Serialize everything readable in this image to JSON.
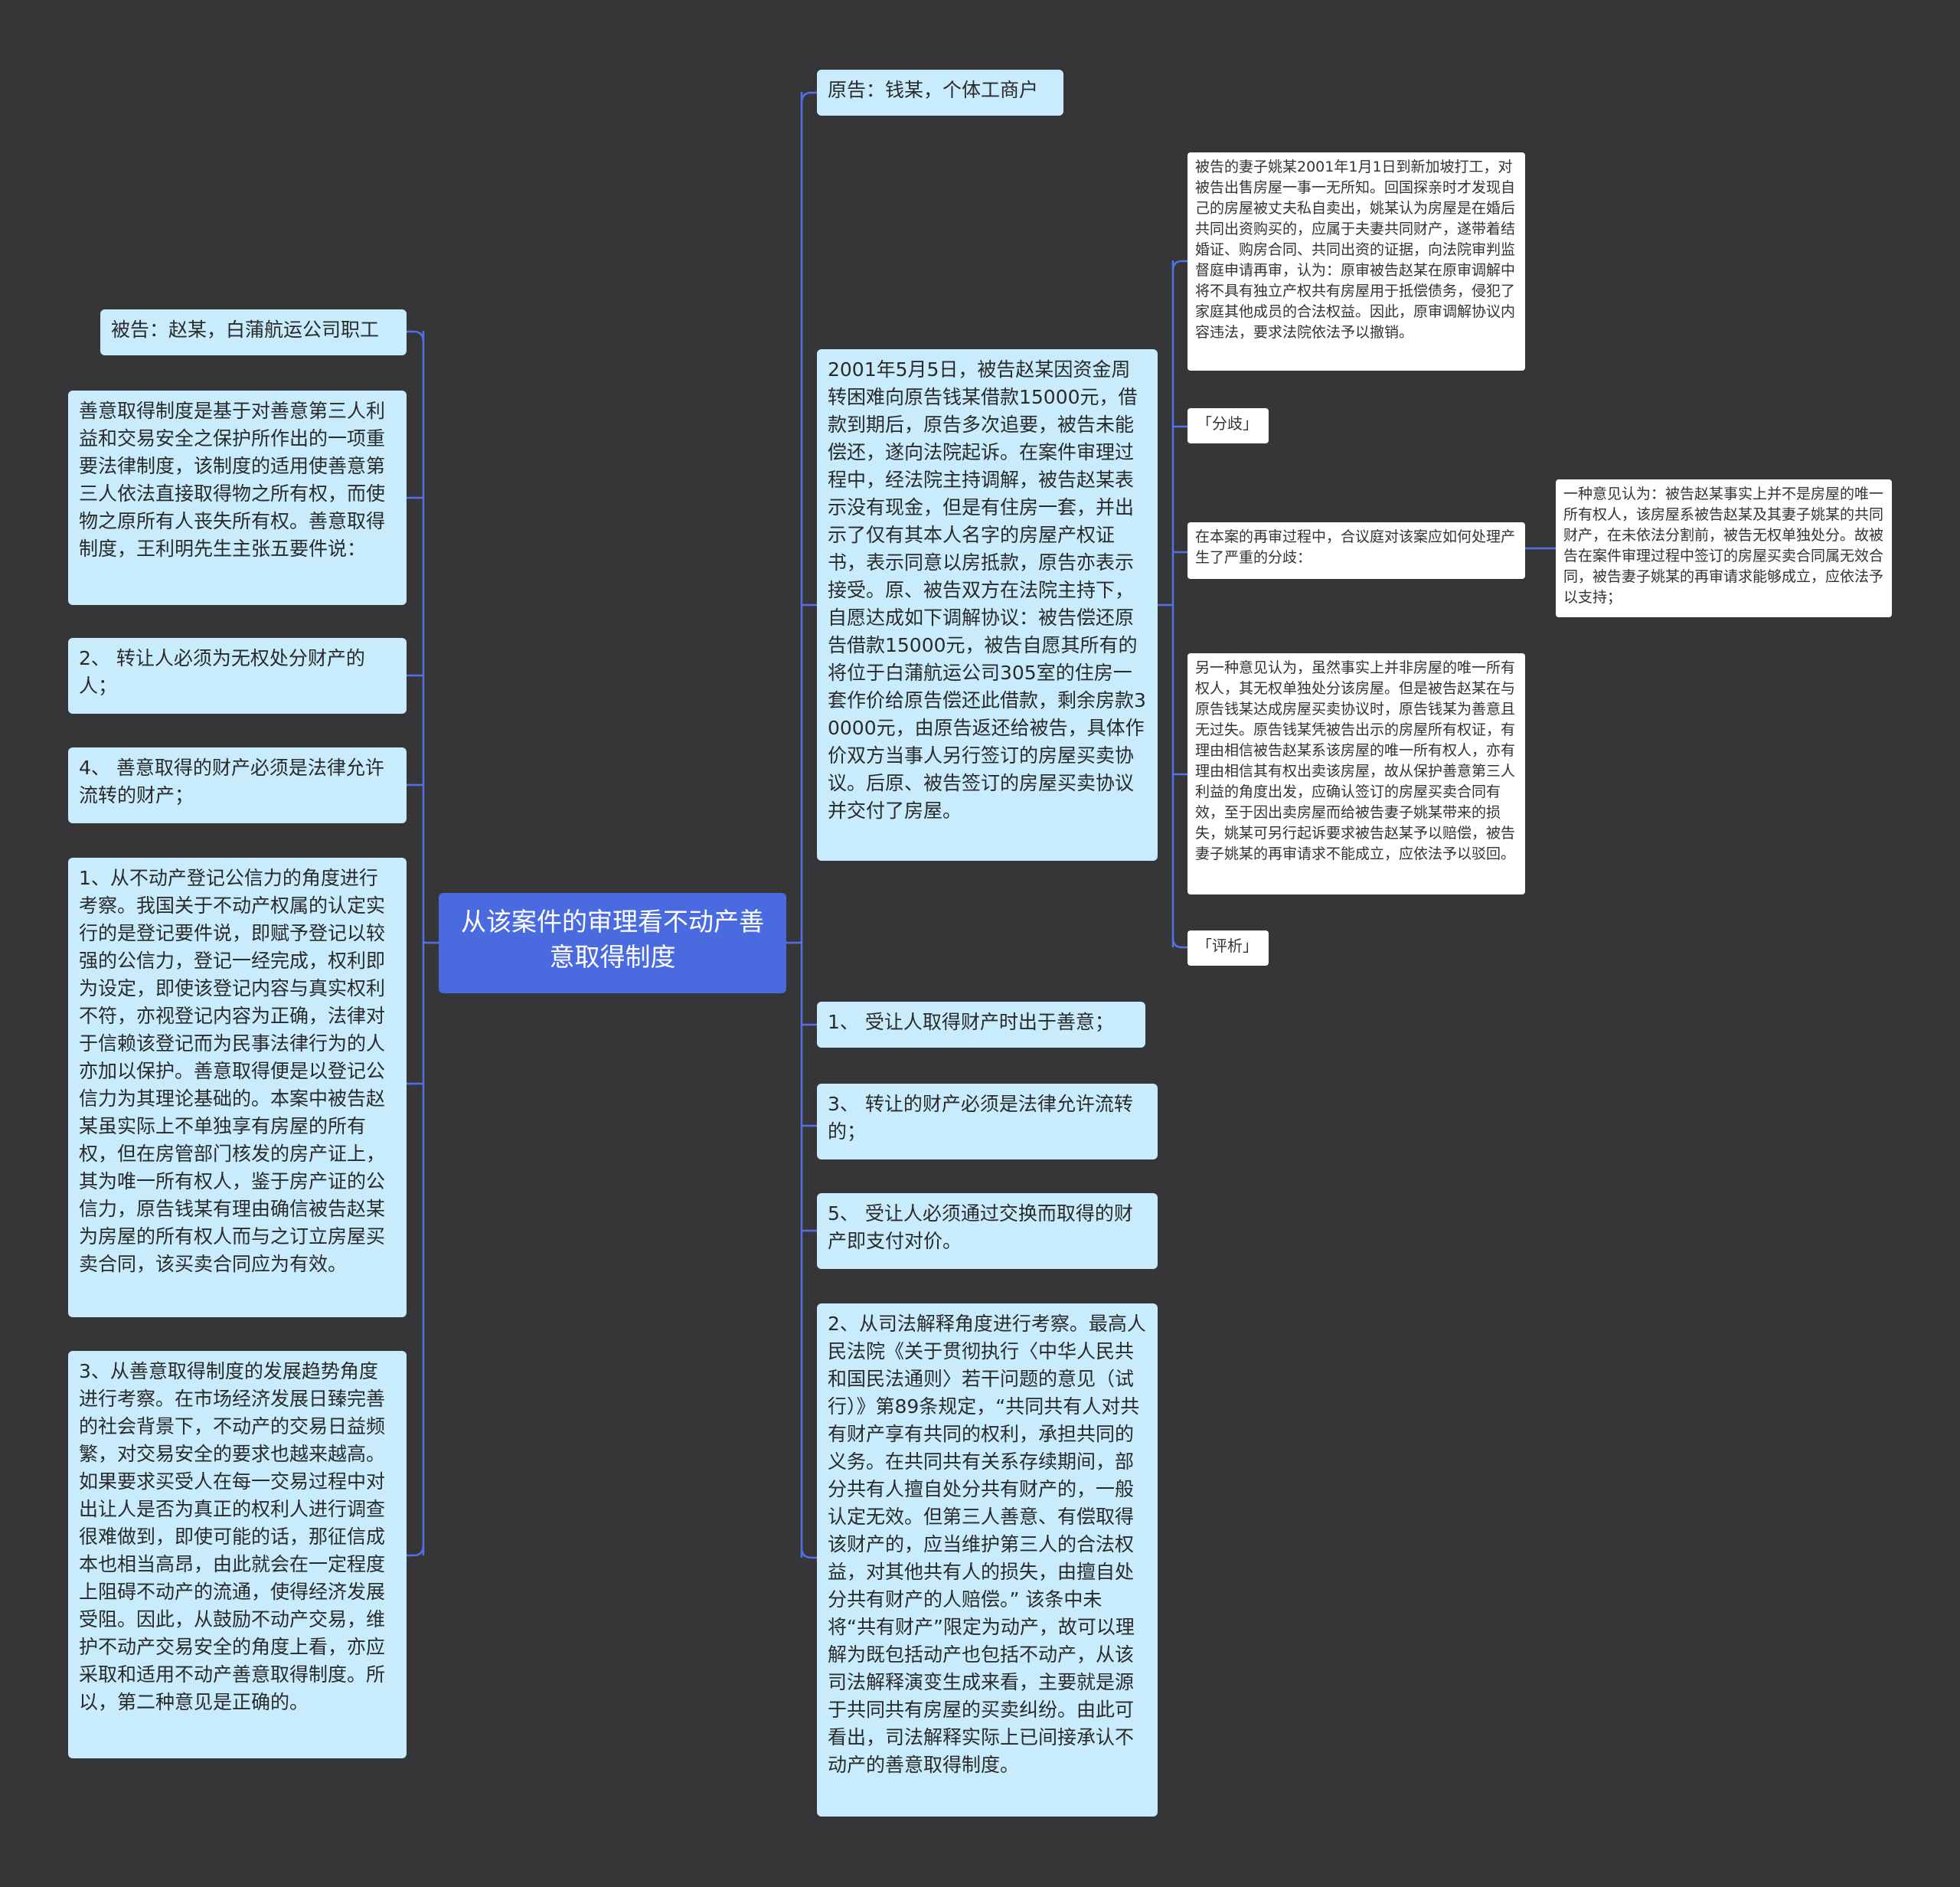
{
  "root": {
    "title": "从该案件的审理看不动产善意取得制度"
  },
  "left": {
    "defendant": "被告：赵某，白蒲航运公司职工",
    "intro": "善意取得制度是基于对善意第三人利益和交易安全之保护所作出的一项重要法律制度，该制度的适用使善意第三人依法直接取得物之所有权，而使物之原所有人丧失所有权。善意取得制度，王利明先生主张五要件说：",
    "req2": "2、 转让人必须为无权处分财产的人；",
    "req4": "4、 善意取得的财产必须是法律允许流转的财产；",
    "analysis1": "1、从不动产登记公信力的角度进行考察。我国关于不动产权属的认定实行的是登记要件说，即赋予登记以较强的公信力，登记一经完成，权利即为设定，即使该登记内容与真实权利不符，亦视登记内容为正确，法律对于信赖该登记而为民事法律行为的人亦加以保护。善意取得便是以登记公信力为其理论基础的。本案中被告赵某虽实际上不单独享有房屋的所有权，但在房管部门核发的房产证上，其为唯一所有权人，鉴于房产证的公信力，原告钱某有理由确信被告赵某为房屋的所有权人而与之订立房屋买卖合同，该买卖合同应为有效。",
    "analysis3": "3、从善意取得制度的发展趋势角度进行考察。在市场经济发展日臻完善的社会背景下，不动产的交易日益频繁，对交易安全的要求也越来越高。如果要求买受人在每一交易过程中对出让人是否为真正的权利人进行调查很难做到，即使可能的话，那征信成本也相当高昂，由此就会在一定程度上阻碍不动产的流通，使得经济发展受阻。因此，从鼓励不动产交易，维护不动产交易安全的角度上看，亦应采取和适用不动产善意取得制度。所以，第二种意见是正确的。"
  },
  "right": {
    "plaintiff": "原告：钱某，个体工商户",
    "facts": "2001年5月5日，被告赵某因资金周转困难向原告钱某借款15000元，借款到期后，原告多次追要，被告未能偿还，遂向法院起诉。在案件审理过程中，经法院主持调解，被告赵某表示没有现金，但是有住房一套，并出示了仅有其本人名字的房屋产权证书，表示同意以房抵款，原告亦表示接受。原、被告双方在法院主持下，自愿达成如下调解协议：被告偿还原告借款15000元，被告自愿其所有的将位于白蒲航运公司305室的住房一套作价给原告偿还此借款，剩余房款30000元，由原告返还给被告，具体作价双方当事人另行签订的房屋买卖协议。后原、被告签订的房屋买卖协议并交付了房屋。",
    "req1": "1、 受让人取得财产时出于善意；",
    "req3": "3、 转让的财产必须是法律允许流转的；",
    "req5": "5、 受让人必须通过交换而取得的财产即支付对价。",
    "analysis2": "2、从司法解释角度进行考察。最高人民法院《关于贯彻执行〈中华人民共和国民法通则〉若干问题的意见（试行）》第89条规定，“共同共有人对共有财产享有共同的权利，承担共同的义务。在共同共有关系存续期间，部分共有人擅自处分共有财产的，一般认定无效。但第三人善意、有偿取得该财产的，应当维护第三人的合法权益，对其他共有人的损失，由擅自处分共有财产的人赔偿。” 该条中未将“共有财产”限定为动产，故可以理解为既包括动产也包括不动产，从该司法解释演变生成来看，主要就是源于共同共有房屋的买卖纠纷。由此可看出，司法解释实际上已间接承认不动产的善意取得制度。"
  },
  "facts_children": {
    "wife_petition": "被告的妻子姚某2001年1月1日到新加坡打工，对被告出售房屋一事一无所知。回国探亲时才发现自己的房屋被丈夫私自卖出，姚某认为房屋是在婚后共同出资购买的，应属于夫妻共同财产，遂带着结婚证、购房合同、共同出资的证据，向法院审判监督庭申请再审，认为：原审被告赵某在原审调解中将不具有独立产权共有房屋用于抵偿债务，侵犯了家庭其他成员的合法权益。因此，原审调解协议内容违法，要求法院依法予以撤销。",
    "divergence_tag": "「分歧」",
    "divergence": "在本案的再审过程中，合议庭对该案应如何处理产生了严重的分歧：",
    "opinion2": "另一种意见认为，虽然事实上并非房屋的唯一所有权人，其无权单独处分该房屋。但是被告赵某在与原告钱某达成房屋买卖协议时，原告钱某为善意且无过失。原告钱某凭被告出示的房屋所有权证，有理由相信被告赵某系该房屋的唯一所有权人，亦有理由相信其有权出卖该房屋，故从保护善意第三人利益的角度出发，应确认签订的房屋买卖合同有效，至于因出卖房屋而给被告妻子姚某带来的损失，姚某可另行起诉要求被告赵某予以赔偿，被告妻子姚某的再审请求不能成立，应依法予以驳回。",
    "comment_tag": "「评析」"
  },
  "divergence_children": {
    "opinion1": "一种意见认为：被告赵某事实上并不是房屋的唯一所有权人，该房屋系被告赵某及其妻子姚某的共同财产，在未依法分割前，被告无权单独处分。故被告在案件审理过程中签订的房屋买卖合同属无效合同，被告妻子姚某的再审请求能够成立，应依法予以支持；"
  },
  "colors": {
    "background": "#363638",
    "node_fill": "#c9ecfd",
    "root_fill": "#4a6ae0",
    "connector": "#5470e6",
    "detail_fill": "#ffffff"
  }
}
